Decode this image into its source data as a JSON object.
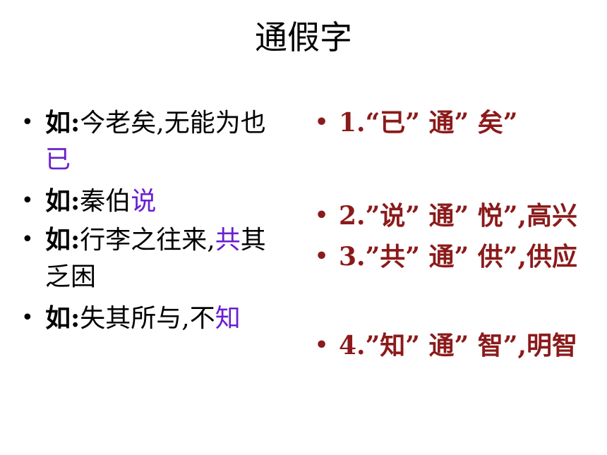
{
  "title": "通假字",
  "bullet_char": "•",
  "left_items": [
    {
      "prefix": "如:",
      "text": "今老矣,无能为也",
      "highlight": "已"
    },
    {
      "prefix": "如:",
      "text": "秦伯",
      "highlight": "说"
    },
    {
      "prefix": "如:",
      "text": "行李之往来,",
      "highlight": "共",
      "text_after": "其乏困"
    },
    {
      "prefix": "如:",
      "text": "失其所与,不",
      "highlight": "知"
    }
  ],
  "right_items": [
    {
      "text": "1.“已” 通” 矣”"
    },
    {
      "text": "2.”说” 通” 悦”,高兴"
    },
    {
      "text": "3.”共” 通” 供”,供应"
    },
    {
      "text": "4.”知” 通” 智”,明智"
    }
  ],
  "colors": {
    "highlight": "#6a1fd0",
    "answer": "#8b1a1a"
  }
}
